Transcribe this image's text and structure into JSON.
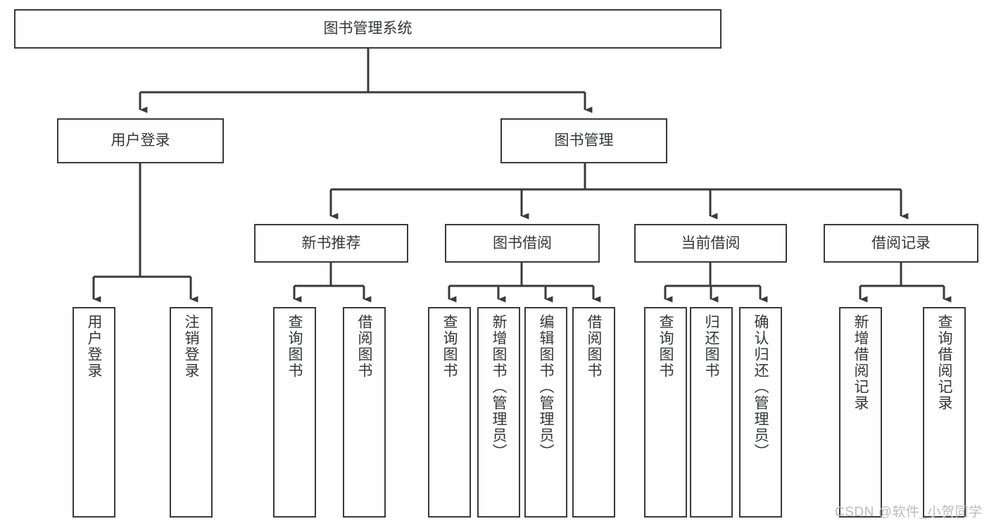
{
  "diagram": {
    "title": "图书管理系统",
    "watermark": "CSDN @软件_小贺同学",
    "colors": {
      "box_border": "#3a3a3a",
      "box_fill": "#ffffff",
      "edge": "#3a3a3a",
      "text": "#33373b",
      "watermark": "#b9bcc0",
      "background": "#ffffff"
    },
    "levels": {
      "root": {
        "label": "图书管理系统"
      },
      "level2": [
        {
          "label": "用户登录"
        },
        {
          "label": "图书管理"
        }
      ],
      "level3": [
        {
          "label": "新书推荐"
        },
        {
          "label": "图书借阅"
        },
        {
          "label": "当前借阅"
        },
        {
          "label": "借阅记录"
        }
      ],
      "leaves": {
        "user_login": [
          {
            "label": "用户登录"
          },
          {
            "label": "注销登录"
          }
        ],
        "new_book_recommend": [
          {
            "label": "查询图书"
          },
          {
            "label": "借阅图书"
          }
        ],
        "book_borrow": [
          {
            "label": "查询图书"
          },
          {
            "label": "新增图书（管理员）"
          },
          {
            "label": "编辑图书（管理员）"
          },
          {
            "label": "借阅图书"
          }
        ],
        "current_borrow": [
          {
            "label": "查询图书"
          },
          {
            "label": "归还图书"
          },
          {
            "label": "确认归还（管理员）"
          }
        ],
        "borrow_record": [
          {
            "label": "新增借阅记录"
          },
          {
            "label": "查询借阅记录"
          }
        ]
      }
    }
  }
}
